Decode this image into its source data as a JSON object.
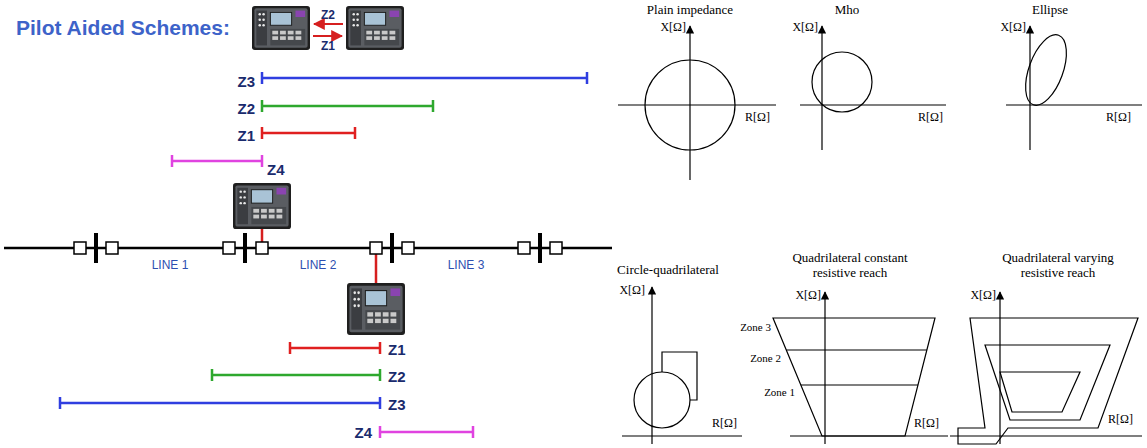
{
  "diagram": {
    "title": "Pilot Aided Schemes:",
    "labels": [
      "Z2",
      "Z1",
      "Z3",
      "Z2",
      "Z1",
      "Z4",
      "LINE 1",
      "LINE 2",
      "LINE 3",
      "Z1",
      "Z2",
      "Z3",
      "Z4",
      "Plain impedance",
      "X[Ω]",
      "R[Ω]",
      "Mho",
      "X[Ω]",
      "R[Ω]",
      "Ellipse",
      "X[Ω]",
      "R[Ω]",
      "Circle-quadrilateral",
      "X[Ω]",
      "R[Ω]",
      "Quadrilateral constant resistive reach",
      "X[Ω]",
      "R[Ω]",
      "Zone 3",
      "Zone 2",
      "Zone 1",
      "Quadrilateral varying resistive reach",
      "X[Ω]",
      "R[Ω]"
    ]
  }
}
